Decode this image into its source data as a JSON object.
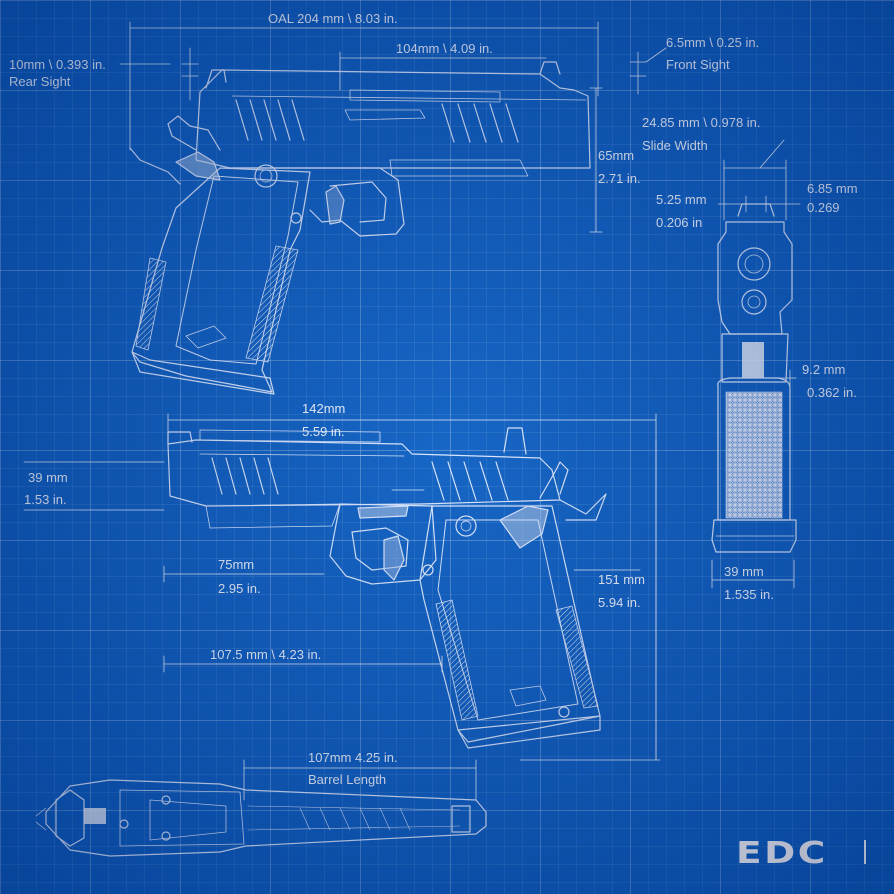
{
  "dimensions": {
    "oal": "OAL    204 mm \\ 8.03 in.",
    "top_length": "104mm \\ 4.09 in.",
    "front_sight_size": "6.5mm \\  0.25  in.",
    "front_sight_label": "Front Sight",
    "rear_sight_size": "10mm \\ 0.393 in.",
    "rear_sight_label": "Rear Sight",
    "slide_width_size": "24.85 mm \\ 0.978 in.",
    "slide_width_label": "Slide Width",
    "height_mm": "65mm",
    "height_in": "2.71 in.",
    "rear_notch_mm": "5.25 mm",
    "rear_notch_in": "0.206 in",
    "front_blade_mm": "6.85 mm",
    "front_blade_in": "0.269",
    "grip_mm": "9.2 mm",
    "grip_in": "0.362 in.",
    "slide_len_mm": "142mm",
    "slide_len_in": "5.59 in.",
    "slide_h_mm": "39 mm",
    "slide_h_in": "1.53 in.",
    "trigger_mm": "75mm",
    "trigger_in": "2.95 in.",
    "height2_mm": "151 mm",
    "height2_in": "5.94 in.",
    "frame_len": "107.5  mm \\  4.23  in.",
    "width_mm": "39 mm",
    "width_in": "1.535 in.",
    "barrel_size": "107mm 4.25 in.",
    "barrel_label": "Barrel Length"
  },
  "logo": "EDC",
  "colors": {
    "background": "#0b5ec2",
    "line": "#dbe8ff"
  }
}
